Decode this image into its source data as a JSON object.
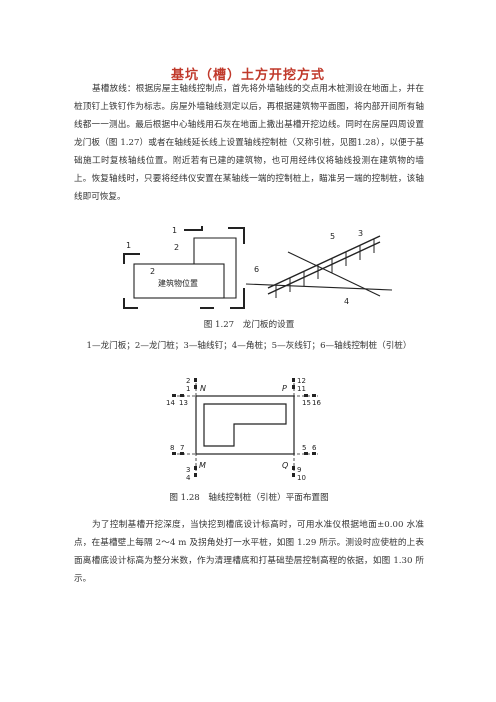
{
  "title": "基坑（槽）土方开挖方式",
  "paragraph1": "基槽放线：根据房屋主轴线控制点，首先将外墙轴线的交点用木桩测设在地面上，并在桩顶钉上铁钉作为标志。房屋外墙轴线测定以后，再根据建筑物平面图，将内部开间所有轴线都一一测出。最后根据中心轴线用石灰在地面上撒出基槽开挖边线。同时在房屋四周设置龙门板（图 1.27）或者在轴线延长线上设置轴线控制桩（又称引桩，见图1.28），以便于基础施工时复核轴线位置。附近若有已建的建筑物，也可用经纬仪将轴线投测在建筑物的墙上。恢复轴线时，只要将经纬仪安置在某轴线一端的控制桩上，瞄准另一端的控制桩，该轴线即可恢复。",
  "figure127": {
    "caption": "图 1.27　龙门板的设置",
    "legend": "1—龙门板；2—龙门桩；3—轴线钉；4—角桩；5—灰线钉；6—轴线控制桩（引桩）",
    "building_label": "建筑物位置",
    "labels": [
      "1",
      "2",
      "1",
      "2",
      "5",
      "3",
      "6",
      "4"
    ]
  },
  "figure128": {
    "caption": "图 1.28　轴线控制桩（引桩）平面布置图",
    "point_labels": [
      "N",
      "P",
      "M",
      "Q"
    ],
    "pile_numbers": [
      "2",
      "1",
      "14",
      "13",
      "12",
      "11",
      "15",
      "16",
      "8",
      "7",
      "5",
      "6",
      "3",
      "4",
      "9",
      "10"
    ]
  },
  "paragraph2": "为了控制基槽开挖深度，当快挖到槽底设计标高时，可用水准仪根据地面±0.00 水准点，在基槽壁上每隔 2～4 m 及拐角处打一水平桩，如图 1.29 所示。测设时应使桩的上表面离槽底设计标高为整分米数，作为清理槽底和打基础垫层控制高程的依据，如图 1.30 所示。"
}
